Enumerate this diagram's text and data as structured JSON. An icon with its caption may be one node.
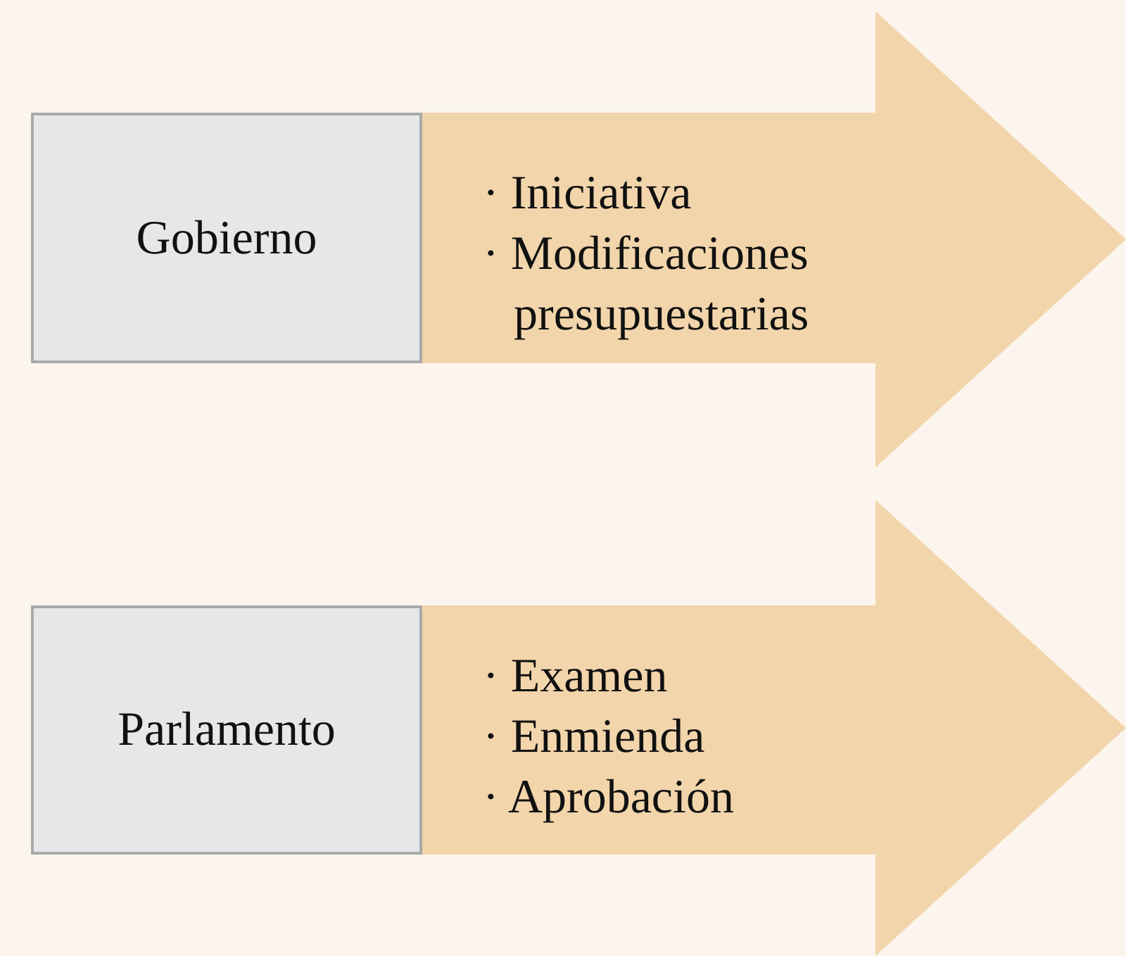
{
  "diagram": {
    "nodes": [
      {
        "text": [
          "Gobierno"
        ]
      },
      {
        "text": [
          "· Iniciativa",
          "· Modificaciones presupuestarias"
        ]
      },
      {
        "text": [
          "Parlamento"
        ]
      },
      {
        "text": [
          "· Examen",
          "· Enmienda",
          "· Aprobación"
        ]
      }
    ]
  }
}
